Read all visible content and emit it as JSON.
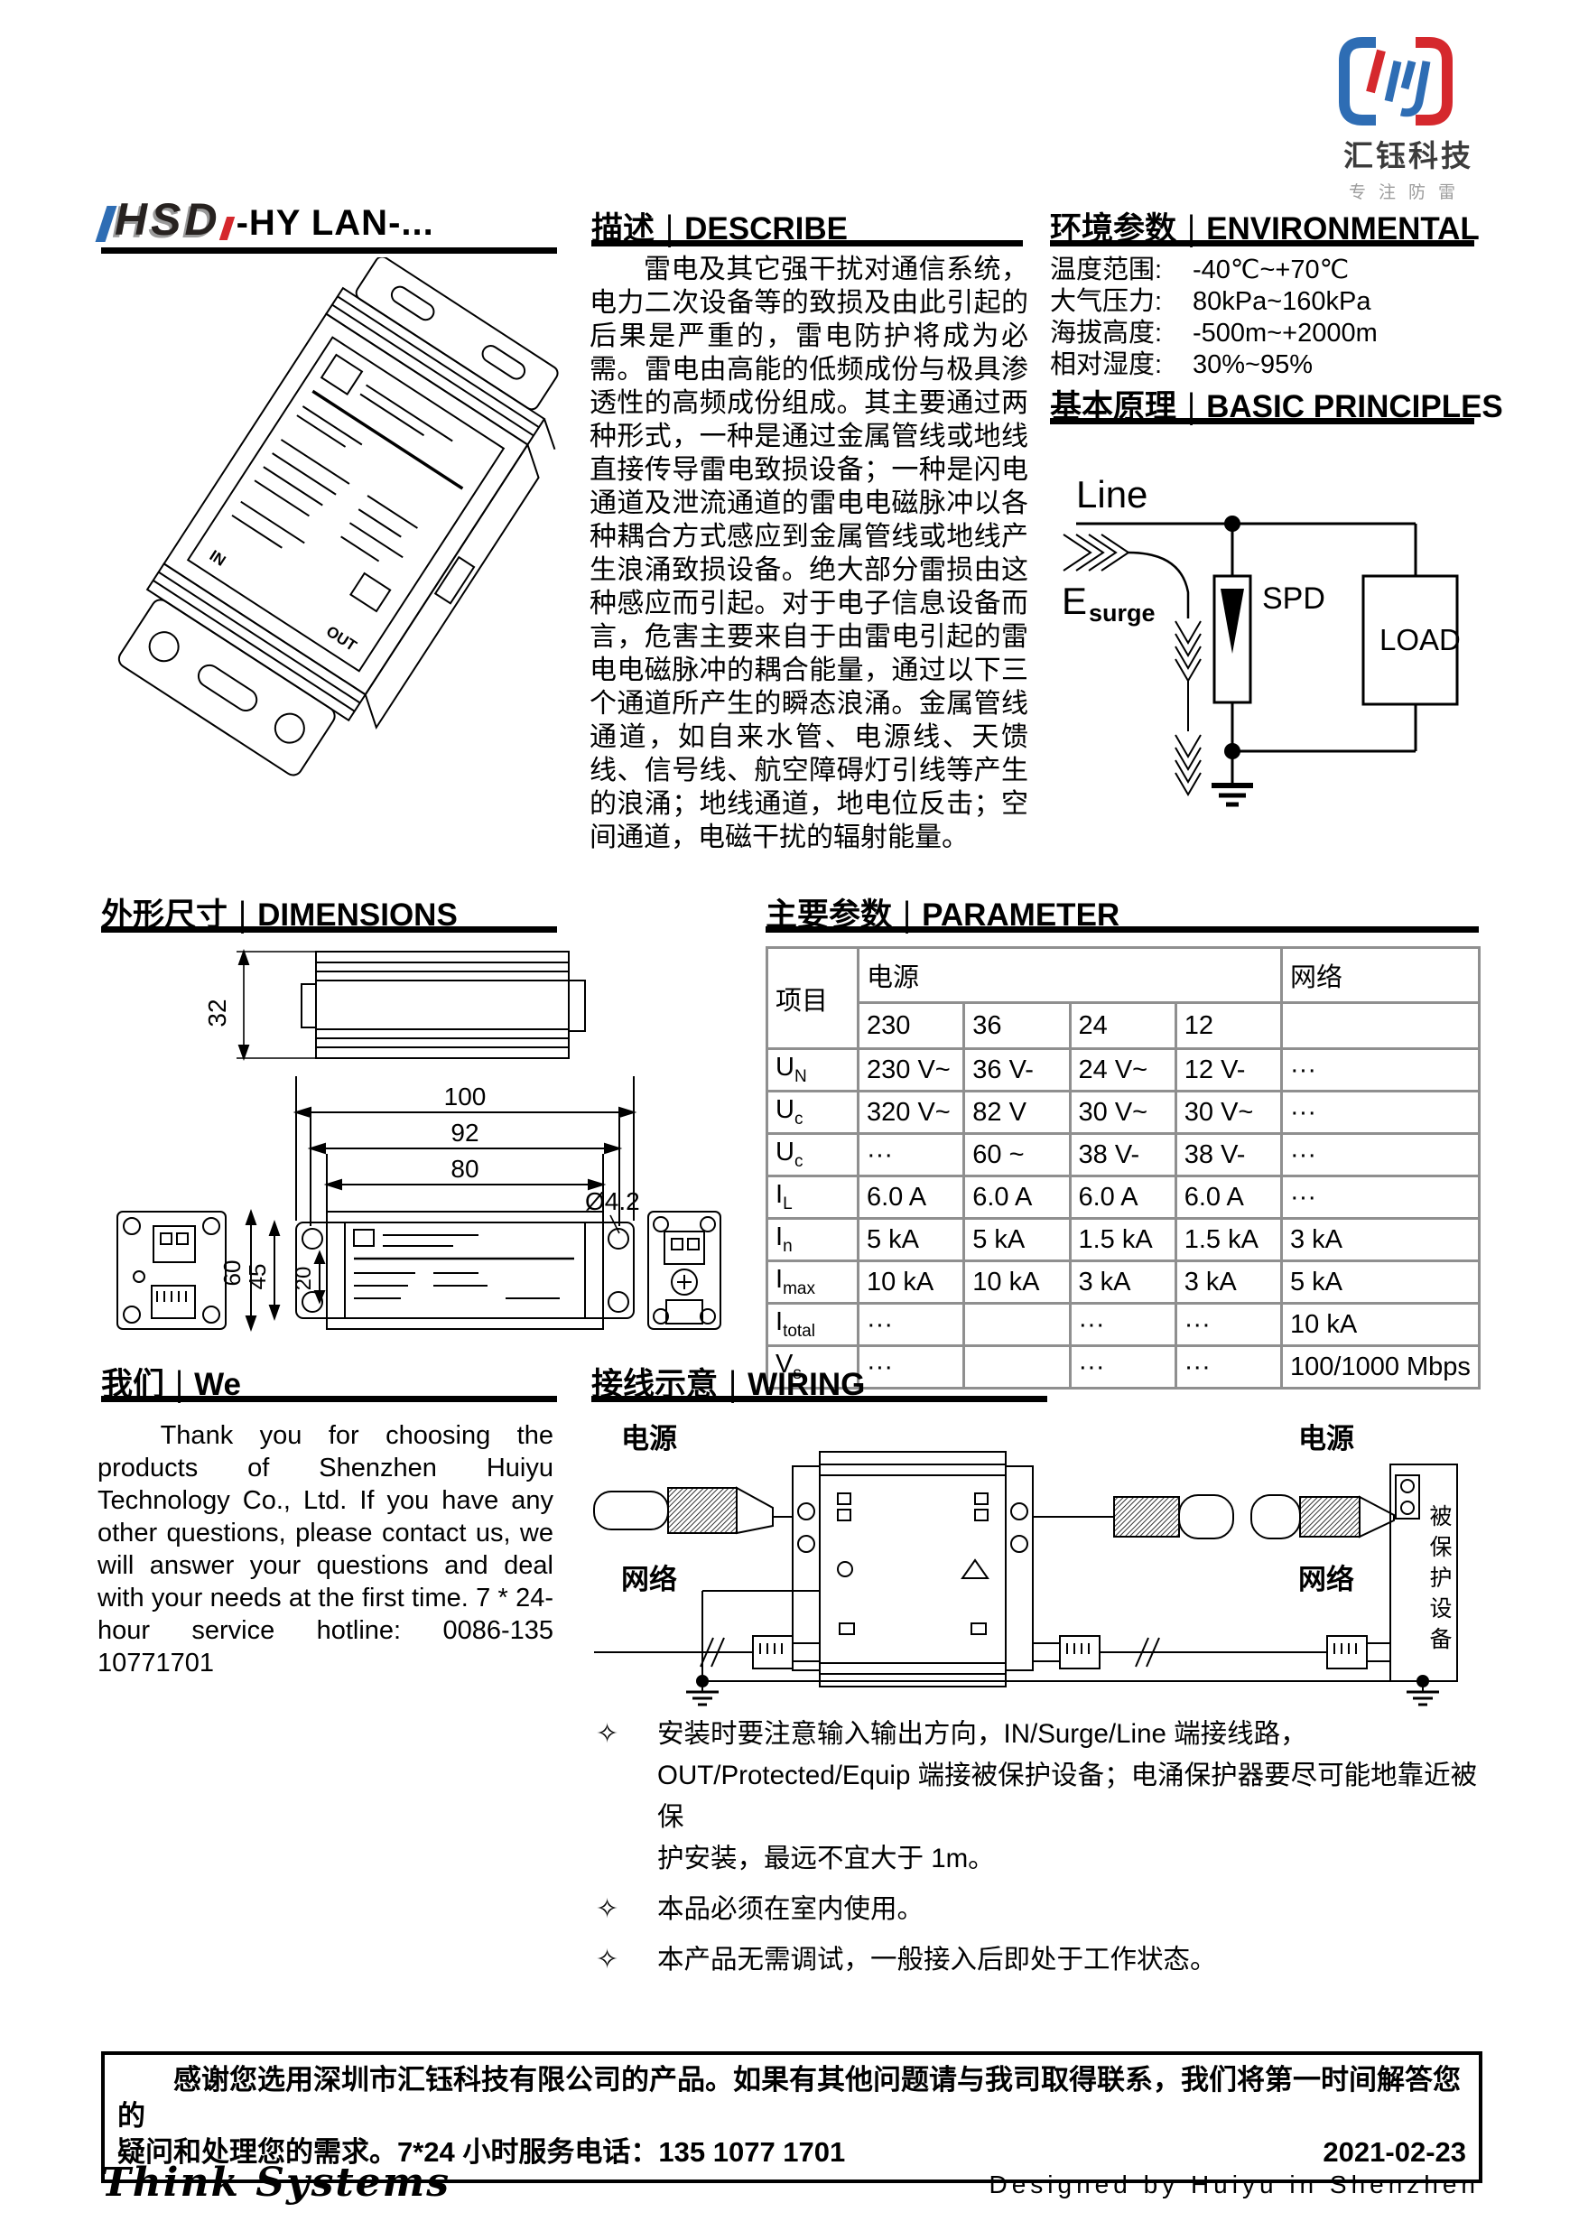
{
  "ui": {
    "header_sep": "|",
    "notes_bullet": "✧"
  },
  "brand": {
    "company": "汇钰科技",
    "tagline": "专注防雷",
    "colors": {
      "blue": "#2e6db4",
      "red": "#d5282d"
    }
  },
  "title": {
    "model": "HSD",
    "suffix": "-HY LAN-..."
  },
  "sections": {
    "describe": {
      "zh": "描述",
      "en": "DESCRIBE",
      "body": "雷电及其它强干扰对通信系统，电力二次设备等的致损及由此引起的后果是严重的，雷电防护将成为必需。雷电由高能的低频成份与极具渗透性的高频成份组成。其主要通过两种形式，一种是通过金属管线或地线直接传导雷电致损设备；一种是闪电通道及泄流通道的雷电电磁脉冲以各种耦合方式感应到金属管线或地线产生浪涌致损设备。绝大部分雷损由这种感应而引起。对于电子信息设备而言，危害主要来自于由雷电引起的雷电电磁脉冲的耦合能量，通过以下三个通道所产生的瞬态浪涌。金属管线通道，如自来水管、电源线、天馈线、信号线、航空障碍灯引线等产生的浪涌；地线通道，地电位反击；空间通道，电磁干扰的辐射能量。"
    },
    "environmental": {
      "zh": "环境参数",
      "en": "ENVIRONMENTAL",
      "rows": [
        {
          "label": "温度范围:",
          "value": "-40℃~+70℃"
        },
        {
          "label": "大气压力:",
          "value": "80kPa~160kPa"
        },
        {
          "label": "海拔高度:",
          "value": "-500m~+2000m"
        },
        {
          "label": "相对湿度:",
          "value": "30%~95%"
        }
      ]
    },
    "principles": {
      "zh": "基本原理",
      "en": "BASIC PRINCIPLES",
      "diagram": {
        "line": "Line",
        "e": "E",
        "surge": "surge",
        "spd": "SPD",
        "load": "LOAD"
      }
    },
    "dimensions": {
      "zh": "外形尺寸",
      "en": "DIMENSIONS",
      "labels": {
        "d32": "32",
        "d100": "100",
        "d92": "92",
        "d80": "80",
        "d60": "60",
        "d45": "45",
        "d20": "20",
        "hole": "Ø4.2"
      }
    },
    "parameter": {
      "zh": "主要参数",
      "en": "PARAMETER",
      "table": {
        "headers": {
          "item": "项目",
          "power": "电源",
          "network": "网络"
        },
        "models": [
          "230",
          "36",
          "24",
          "12"
        ],
        "rows": [
          {
            "label": "U",
            "sub": "N",
            "values": [
              "230 V~",
              "36 V-",
              "24 V~",
              "12 V-",
              "···"
            ]
          },
          {
            "label": "U",
            "sub": "c",
            "values": [
              "320 V~",
              "82 V",
              "30 V~",
              "30 V~",
              "···"
            ]
          },
          {
            "label": "U",
            "sub": "c",
            "values": [
              "···",
              "60 ~",
              "38 V-",
              "38 V-",
              "···"
            ]
          },
          {
            "label": "I",
            "sub": "L",
            "values": [
              "6.0 A",
              "6.0 A",
              "6.0 A",
              "6.0 A",
              "···"
            ]
          },
          {
            "label": "I",
            "sub": "n",
            "values": [
              "5 kA",
              "5 kA",
              "1.5 kA",
              "1.5 kA",
              "3 kA"
            ]
          },
          {
            "label": "I",
            "sub": "max",
            "values": [
              "10 kA",
              "10 kA",
              "3 kA",
              "3 kA",
              "5 kA"
            ]
          },
          {
            "label": "I",
            "sub": "total",
            "values": [
              "···",
              "",
              "···",
              "···",
              "10 kA"
            ]
          },
          {
            "label": "V",
            "sub": "s",
            "values": [
              "···",
              "",
              "···",
              "···",
              "100/1000 Mbps"
            ]
          }
        ]
      }
    },
    "we": {
      "zh": "我们",
      "en": "We",
      "body": "Thank you for choosing the products of Shenzhen Huiyu Technology Co., Ltd. If you have any other questions, please contact us, we will answer your questions and deal with your needs at the first time. 7 * 24-hour service hotline: 0086-135 10771701"
    },
    "wiring": {
      "zh": "接线示意",
      "en": "WIRING",
      "labels": {
        "power": "电源",
        "network": "网络",
        "protected": "被保护设备"
      }
    },
    "notes": [
      "安装时要注意输入输出方向，IN/Surge/Line 端接线路，\nOUT/Protected/Equip 端接被保护设备；电涌保护器要尽可能地靠近被保\n护安装，最远不宜大于 1m。",
      "本品必须在室内使用。",
      "本产品无需调试，一般接入后即处于工作状态。"
    ],
    "device_drawing": {
      "in": "IN",
      "out": "OUT"
    }
  },
  "footer": {
    "line1": "感谢您选用深圳市汇钰科技有限公司的产品。如果有其他问题请与我司取得联系，我们将第一时间解答您的",
    "line2": "疑问和处理您的需求。7*24 小时服务电话：135 1077 1701",
    "date": "2021-02-23",
    "brand_script": "Think Systems",
    "designed": "Designed by Huiyu in Shenzhen"
  }
}
